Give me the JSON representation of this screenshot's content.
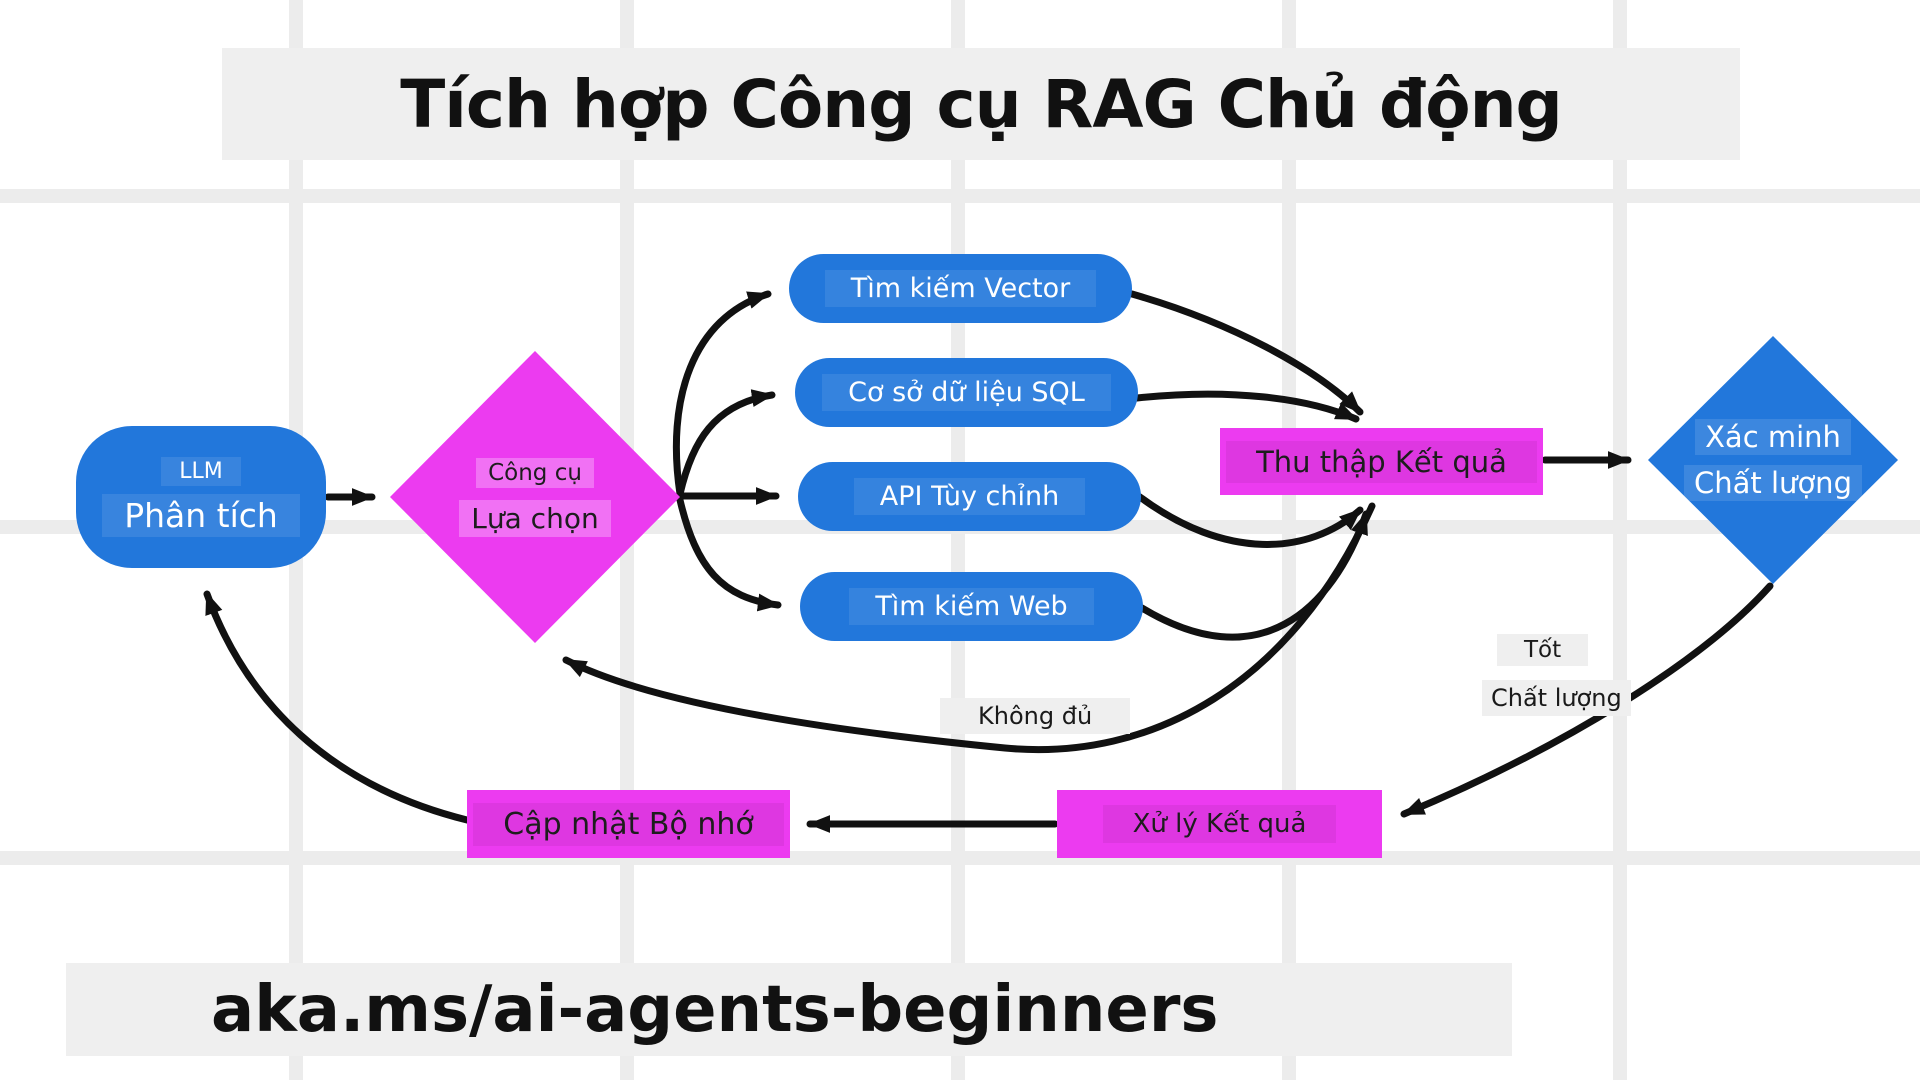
{
  "title": "Tích hợp Công cụ RAG Chủ động",
  "footer": "aka.ms/ai-agents-beginners",
  "nodes": {
    "llm": {
      "line1": "LLM",
      "line2": "Phân tích"
    },
    "tool_select": {
      "line1": "Công cụ",
      "line2": "Lựa chọn"
    },
    "tools": [
      {
        "label": "Tìm kiếm Vector"
      },
      {
        "label": "Cơ sở dữ liệu SQL"
      },
      {
        "label": "API Tùy chỉnh"
      },
      {
        "label": "Tìm kiếm Web"
      }
    ],
    "collect": {
      "label": "Thu thập Kết quả"
    },
    "verify": {
      "line1": "Xác minh",
      "line2": "Chất lượng"
    },
    "process": {
      "label": "Xử lý Kết quả"
    },
    "memory": {
      "label": "Cập nhật Bộ nhớ"
    }
  },
  "edge_labels": {
    "good_line1": "Tốt",
    "good_line2": "Chất lượng",
    "insufficient": "Không đủ"
  },
  "edges": [
    {
      "from": "llm",
      "to": "tool_select"
    },
    {
      "from": "tool_select",
      "to": "tool-vector"
    },
    {
      "from": "tool_select",
      "to": "tool-sql"
    },
    {
      "from": "tool_select",
      "to": "tool-api"
    },
    {
      "from": "tool_select",
      "to": "tool-web"
    },
    {
      "from": "tool-vector",
      "to": "collect"
    },
    {
      "from": "tool-sql",
      "to": "collect"
    },
    {
      "from": "tool-api",
      "to": "collect"
    },
    {
      "from": "tool-web",
      "to": "collect"
    },
    {
      "from": "collect",
      "to": "verify"
    },
    {
      "from": "verify",
      "to": "process",
      "label": "Tốt Chất lượng"
    },
    {
      "from": "collect",
      "to": "tool_select",
      "label": "Không đủ"
    },
    {
      "from": "process",
      "to": "memory"
    },
    {
      "from": "memory",
      "to": "llm"
    }
  ],
  "colors": {
    "node_blue": "#2277db",
    "node_magenta": "#ec3bf0",
    "arrow": "#111111",
    "label_bg": "#efefef",
    "grid_line": "#ececec"
  }
}
